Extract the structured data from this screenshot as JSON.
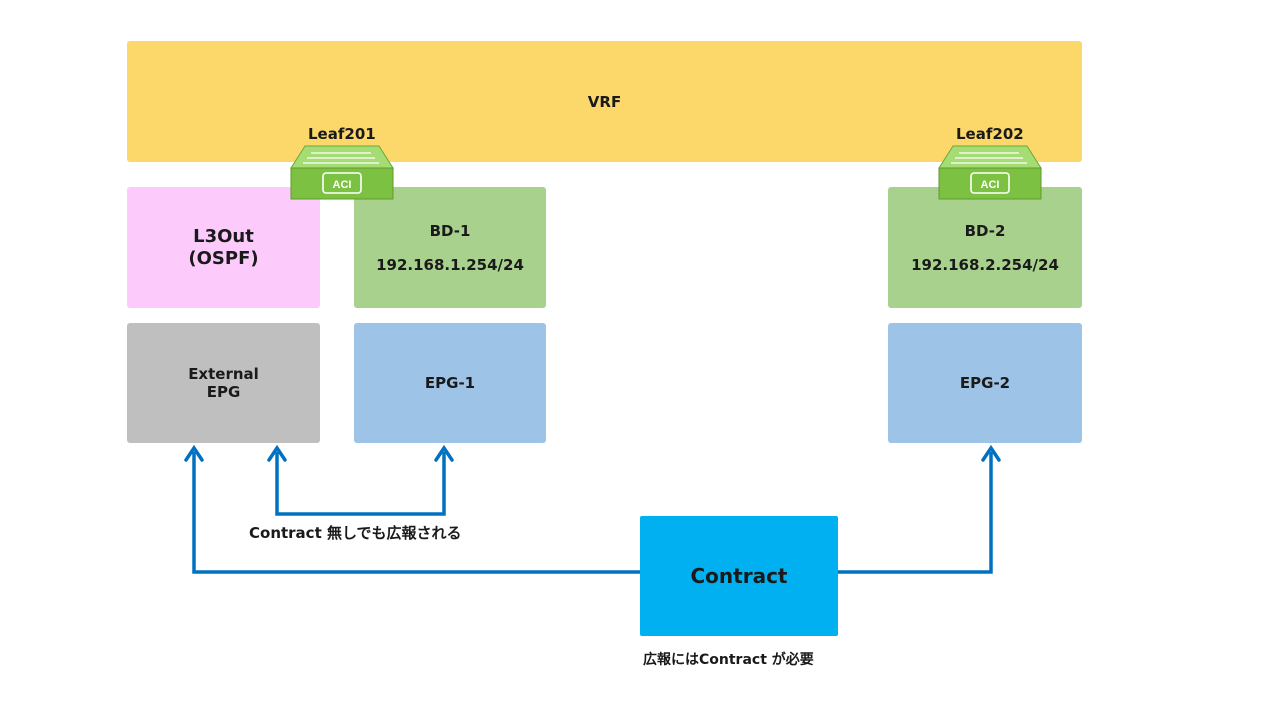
{
  "vrf": {
    "label": "VRF"
  },
  "leaves": [
    {
      "label": "Leaf201",
      "badge": "ACI"
    },
    {
      "label": "Leaf202",
      "badge": "ACI"
    }
  ],
  "l3out": {
    "line1": "L3Out",
    "line2": "(OSPF)"
  },
  "bd1": {
    "name": "BD-1",
    "gateway": "192.168.1.254/24"
  },
  "bd2": {
    "name": "BD-2",
    "gateway": "192.168.2.254/24"
  },
  "external_epg": {
    "line1": "External",
    "line2": "EPG"
  },
  "epg1": {
    "label": "EPG-1"
  },
  "epg2": {
    "label": "EPG-2"
  },
  "contract": {
    "label": "Contract"
  },
  "notes": {
    "no_contract": "Contract 無しでも広報される",
    "contract_required": "広報にはContract が必要"
  },
  "colors": {
    "vrf": "#fcd86b",
    "l3out": "#fccbfc",
    "bridge_domain": "#a9d18e",
    "external_epg": "#bfbfbf",
    "epg": "#9dc3e6",
    "contract": "#00b0f0",
    "arrow": "#0070c0",
    "switch": "#7cc142"
  }
}
